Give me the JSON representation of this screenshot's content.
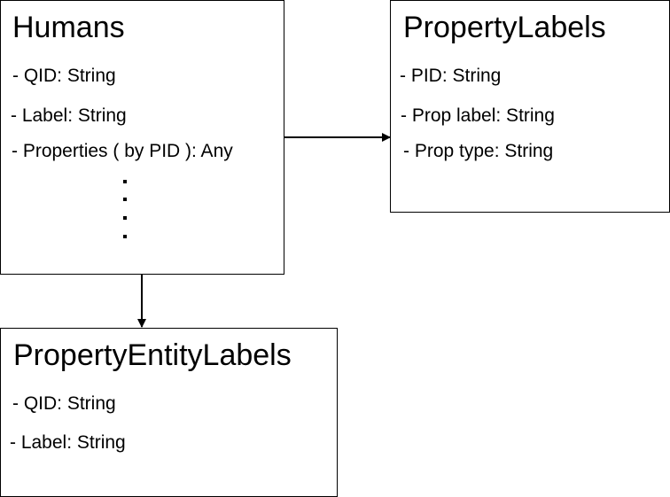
{
  "humans": {
    "title": "Humans",
    "fields": [
      "- QID: String",
      "- Label: String",
      "- Properties ( by PID ): Any"
    ]
  },
  "property_labels": {
    "title": "PropertyLabels",
    "fields": [
      "- PID: String",
      "- Prop label: String",
      "- Prop type: String"
    ]
  },
  "property_entity_labels": {
    "title": "PropertyEntityLabels",
    "fields": [
      "- QID: String",
      "- Label: String"
    ]
  },
  "colors": {
    "stroke": "#000000",
    "background": "#ffffff"
  }
}
